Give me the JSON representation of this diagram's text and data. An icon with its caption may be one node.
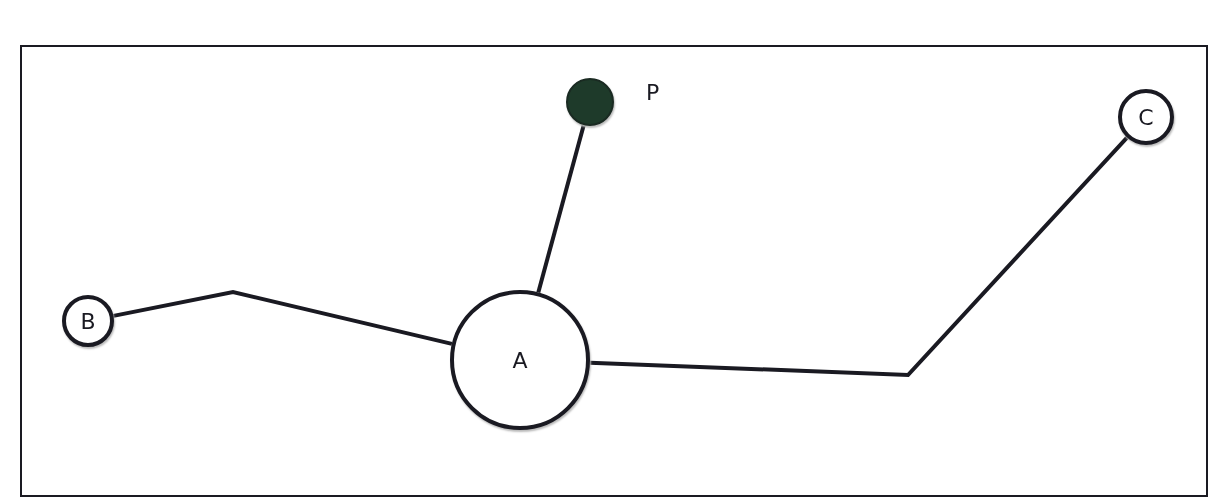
{
  "diagram": {
    "nodes": [
      {
        "text": [],
        "shape": "circle",
        "beside": [
          "P"
        ]
      },
      {
        "text": [
          "C"
        ]
      },
      {
        "text": [
          "B"
        ]
      },
      {
        "text": [
          "A"
        ]
      }
    ],
    "edges": [
      {
        "from": 0,
        "to": 3,
        "arrow": "none"
      },
      {
        "from": 2,
        "to": 3,
        "arrow": "none"
      },
      {
        "from": 3,
        "to": 1,
        "arrow": "none"
      }
    ]
  }
}
